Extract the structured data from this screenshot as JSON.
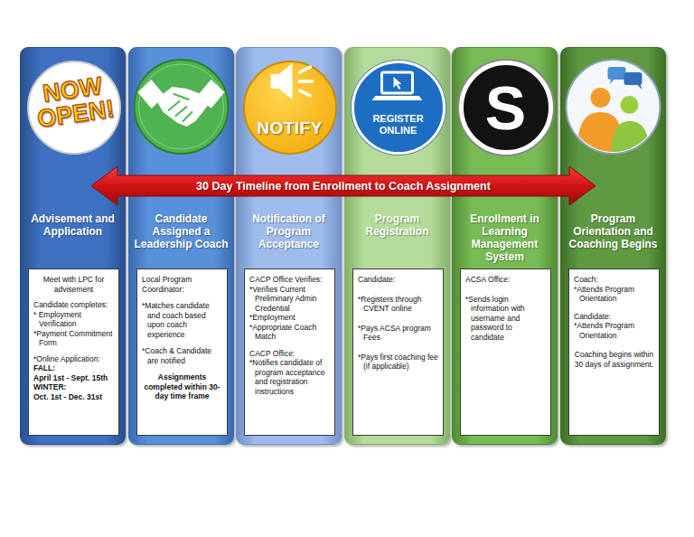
{
  "diagram": {
    "nodes": [
      {
        "text": [
          "Advisement and Application"
        ]
      },
      {
        "text": [
          "NOW OPEN!"
        ],
        "in": 0
      },
      {
        "text": [
          "Meet with LPC for advisement",
          "Candidate completes:",
          "* Employment Verification",
          "*Payment Commitment Form",
          "*Online Application:",
          "FALL:",
          "April 1st - Sept. 15th",
          "WINTER:",
          "Oct. 1st - Dec. 31st"
        ],
        "in": 0
      },
      {
        "text": [
          "Candidate Assigned a Leadership Coach"
        ]
      },
      {
        "text": [
          "Local Program Coordinator:",
          "*Matches candidate and coach based upon coach experience",
          "*Coach & Candidate are notified",
          "Assignments completed within 30-day time frame"
        ],
        "in": 3
      },
      {
        "text": [
          "Notification of Program Acceptance"
        ]
      },
      {
        "text": [
          "NOTIFY"
        ],
        "in": 5
      },
      {
        "text": [
          "CACP Office Verifies:",
          "*Verifies Current Preliminary Admin Credential",
          "*Employment",
          "*Appropriate Coach Match",
          "CACP Office:",
          "*Notifies candidate of program acceptance and registration instructions"
        ],
        "in": 5
      },
      {
        "text": [
          "Program Registration"
        ]
      },
      {
        "text": [
          "REGISTER ONLINE"
        ],
        "in": 8
      },
      {
        "text": [
          "Candidate:",
          "*Registers through CVENT online",
          "*Pays ACSA program Fees",
          "*Pays first coaching fee (if applicable)"
        ],
        "in": 8
      },
      {
        "text": [
          "Enrollment in Learning Management System"
        ]
      },
      {
        "text": [
          "S"
        ],
        "in": 11
      },
      {
        "text": [
          "ACSA Office:",
          "*Sends login information with username and password to candidate"
        ],
        "in": 11
      },
      {
        "text": [
          "Program Orientation and Coaching Begins"
        ]
      },
      {
        "text": [
          "Coach:",
          "*Attends Program Orientation",
          "Candidate:",
          "*Attends Program Orientation",
          "Coaching begins within 30 days of assignment."
        ],
        "in": 14
      },
      {
        "text": [
          "30 Day Timeline from Enrollment to Coach Assignment"
        ]
      }
    ]
  }
}
